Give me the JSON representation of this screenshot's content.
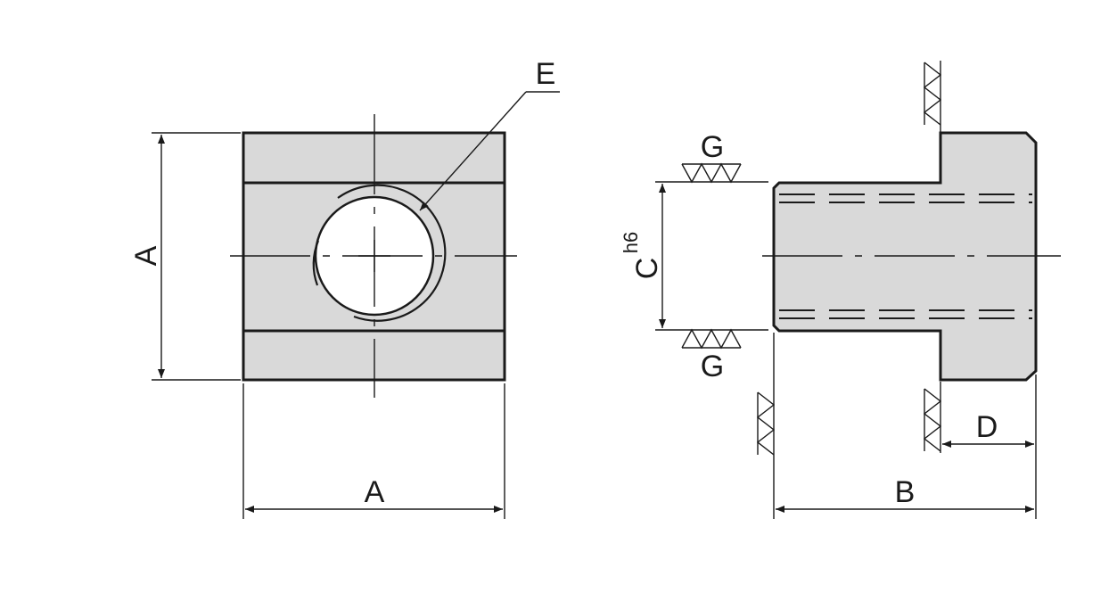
{
  "labels": {
    "a_vertical": "A",
    "a_horizontal": "A",
    "e": "E",
    "g_top": "G",
    "g_bottom": "G",
    "c": "C",
    "c_tolerance": "h6",
    "d": "D",
    "b": "B"
  },
  "colors": {
    "part_fill": "#d9d9d9",
    "line": "#1a1a1a",
    "background": "#ffffff"
  }
}
